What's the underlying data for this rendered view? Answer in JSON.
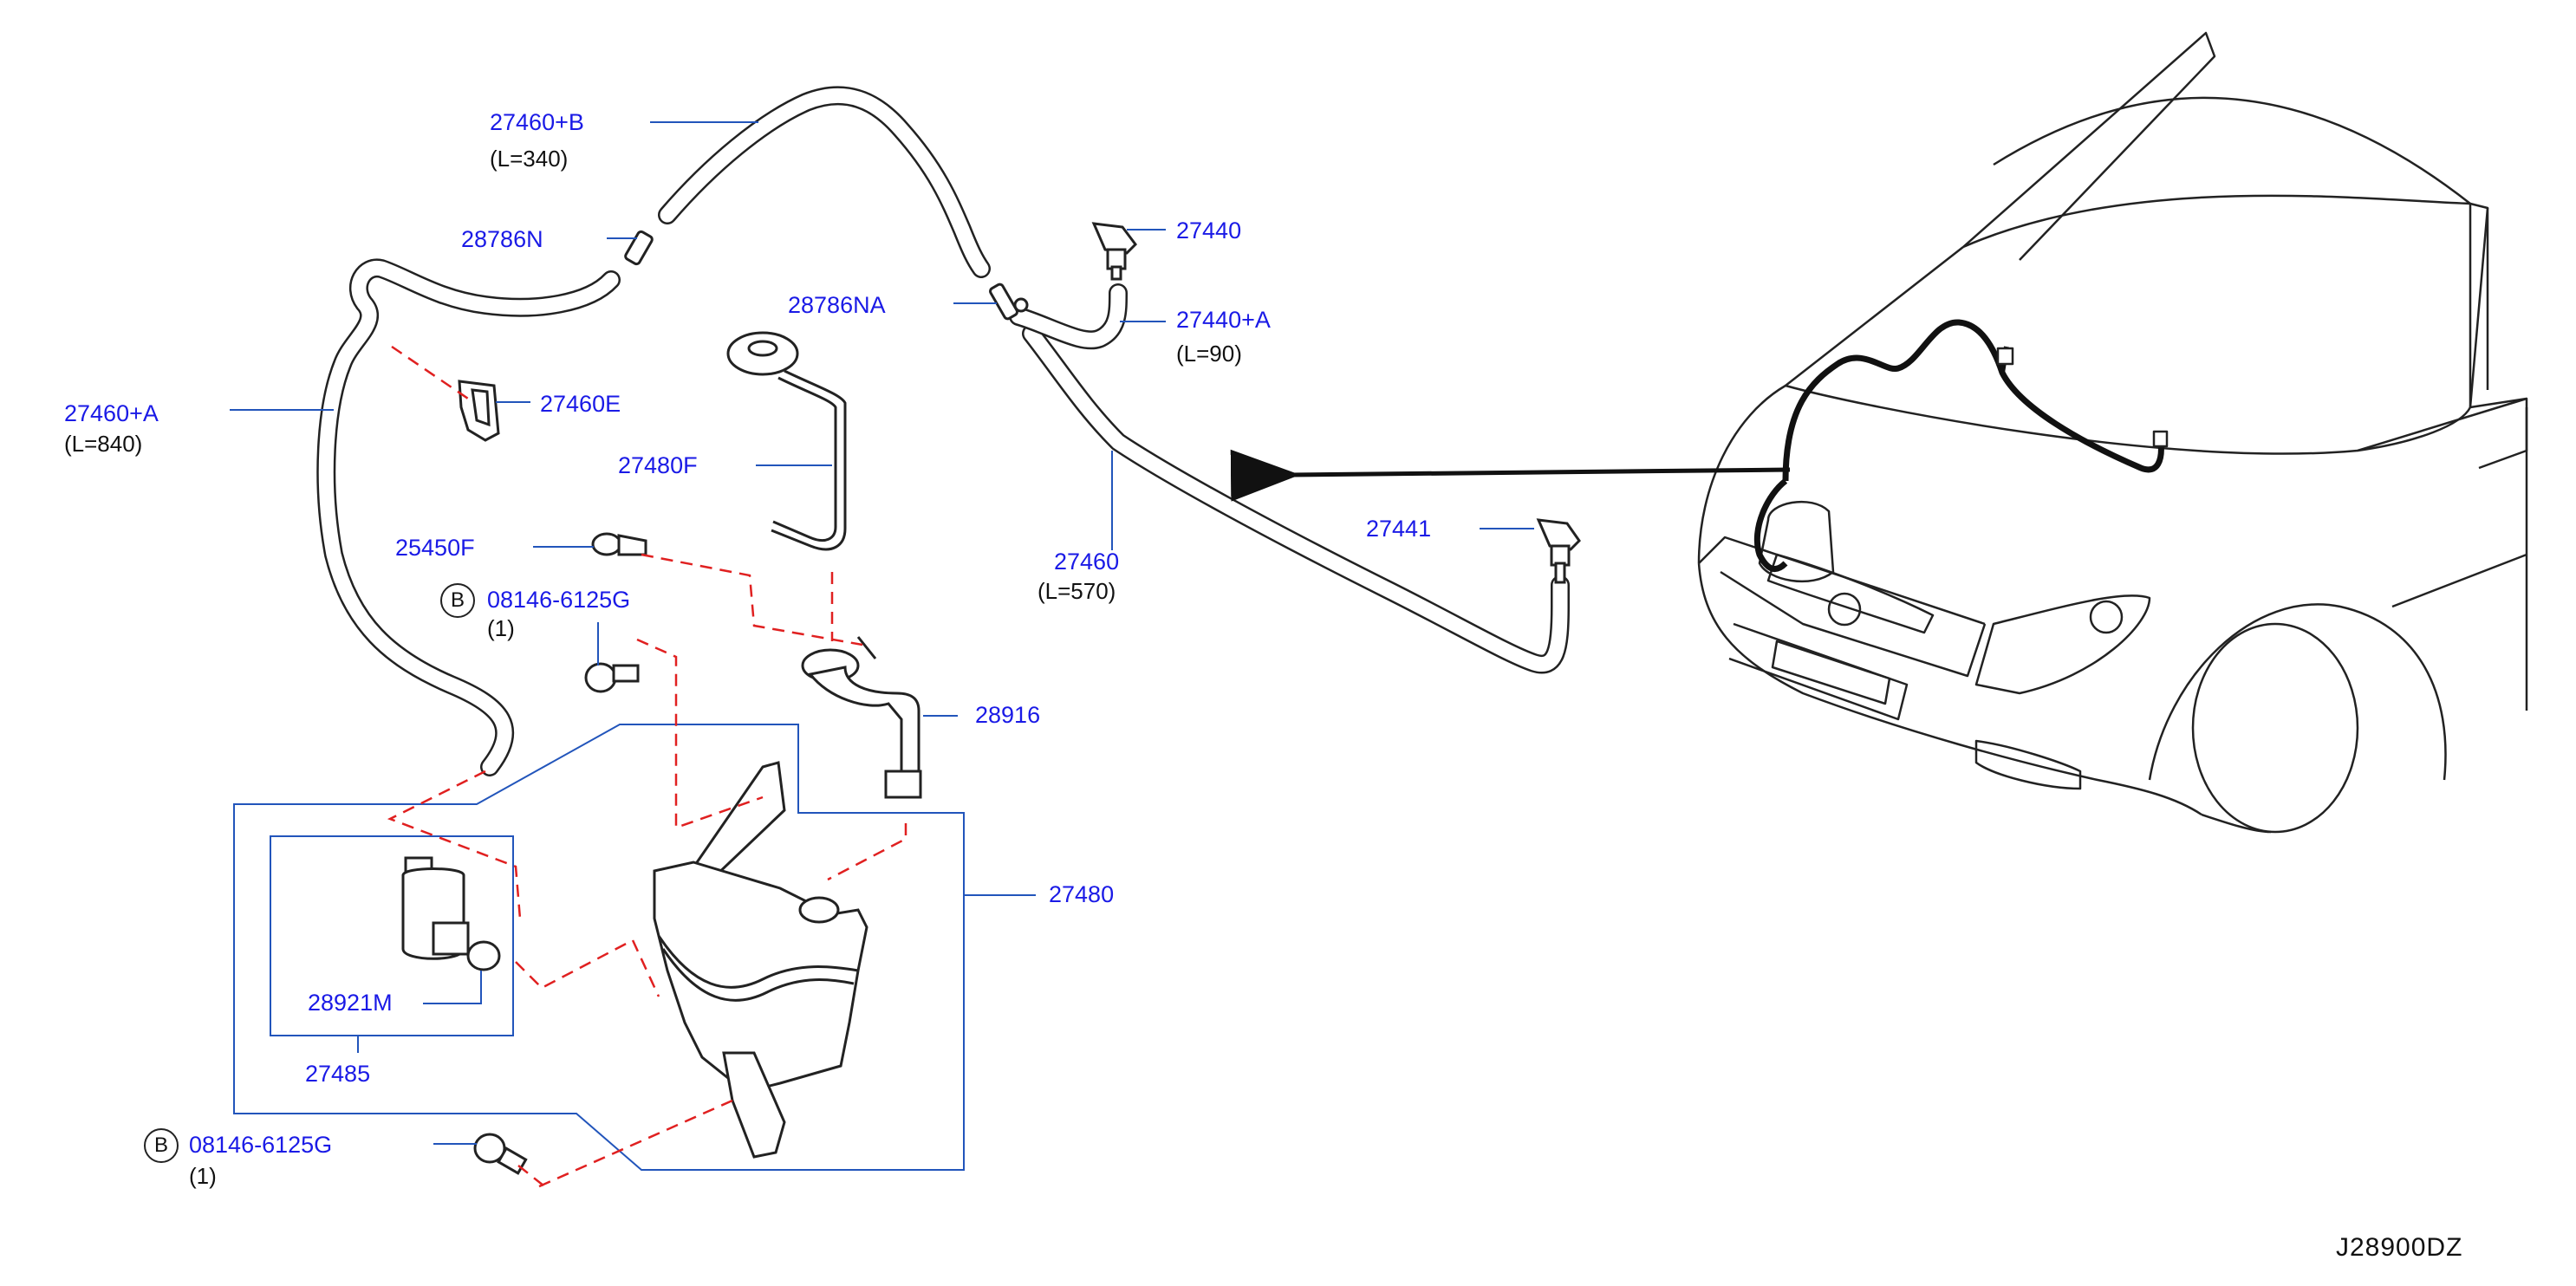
{
  "diagram_code": "J28900DZ",
  "colors": {
    "part_number": "#1a1ae6",
    "leader_line": "#2255bb",
    "dashed_line": "#e02020",
    "outline": "#222222"
  },
  "callouts": [
    {
      "id": "27460-b",
      "part": "27460+B",
      "note": "(L=340)"
    },
    {
      "id": "28786n",
      "part": "28786N"
    },
    {
      "id": "27460-a",
      "part": "27460+A",
      "note": "(L=840)"
    },
    {
      "id": "27460e",
      "part": "27460E"
    },
    {
      "id": "27480f",
      "part": "27480F"
    },
    {
      "id": "25450f",
      "part": "25450F"
    },
    {
      "id": "08146-upper",
      "part": "08146-6125G",
      "note": "(1)",
      "badge": "B"
    },
    {
      "id": "28786na",
      "part": "28786NA"
    },
    {
      "id": "27440",
      "part": "27440"
    },
    {
      "id": "27440-a",
      "part": "27440+A",
      "note": "(L=90)"
    },
    {
      "id": "27441",
      "part": "27441"
    },
    {
      "id": "27460",
      "part": "27460",
      "note": "(L=570)"
    },
    {
      "id": "28916",
      "part": "28916"
    },
    {
      "id": "27480",
      "part": "27480"
    },
    {
      "id": "28921m",
      "part": "28921M"
    },
    {
      "id": "27485",
      "part": "27485"
    },
    {
      "id": "08146-lower",
      "part": "08146-6125G",
      "note": "(1)",
      "badge": "B"
    }
  ]
}
